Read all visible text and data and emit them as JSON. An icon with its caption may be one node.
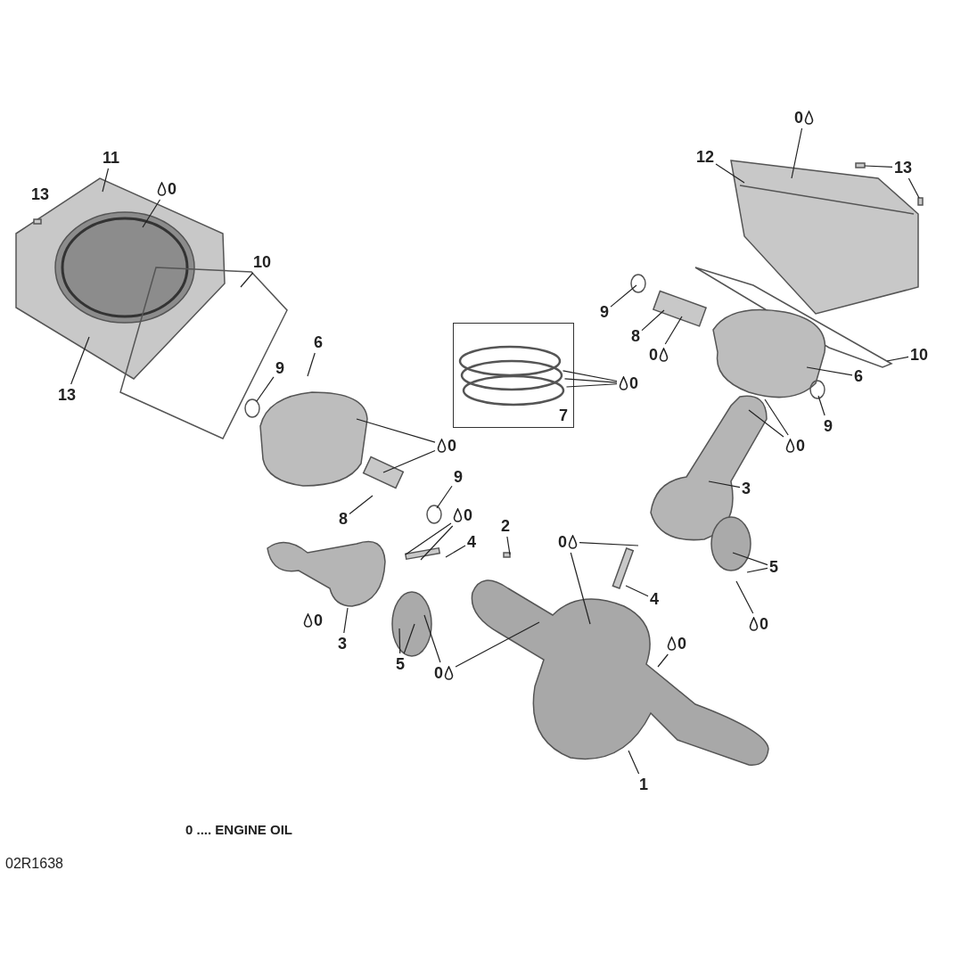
{
  "diagram": {
    "nodes": [
      {
        "text": [
          "0"
        ]
      },
      {
        "text": [
          "11"
        ]
      },
      {
        "text": [
          "12"
        ]
      },
      {
        "text": [
          "13"
        ]
      },
      {
        "text": [
          "0"
        ]
      },
      {
        "text": [
          "13"
        ]
      },
      {
        "text": [
          "10"
        ]
      },
      {
        "text": [
          "9"
        ]
      },
      {
        "text": [
          "7"
        ]
      },
      {
        "text": [
          "8"
        ]
      },
      {
        "text": [
          "6"
        ]
      },
      {
        "text": [
          "0"
        ]
      },
      {
        "text": [
          "10"
        ]
      },
      {
        "text": [
          "9"
        ]
      },
      {
        "text": [
          "6"
        ]
      },
      {
        "text": [
          "0"
        ]
      },
      {
        "text": [
          "13"
        ]
      },
      {
        "text": [
          "9"
        ]
      },
      {
        "text": [
          "0"
        ]
      },
      {
        "text": [
          "0"
        ]
      },
      {
        "text": [
          "9"
        ]
      },
      {
        "text": [
          "3"
        ]
      },
      {
        "text": [
          "0"
        ]
      },
      {
        "text": [
          "8"
        ]
      },
      {
        "text": [
          "2"
        ]
      },
      {
        "text": [
          "4"
        ]
      },
      {
        "text": [
          "0"
        ]
      },
      {
        "text": [
          "5"
        ]
      },
      {
        "text": [
          "4"
        ]
      },
      {
        "text": [
          "0"
        ]
      },
      {
        "text": [
          "0"
        ]
      },
      {
        "text": [
          "3"
        ]
      },
      {
        "text": [
          "0"
        ]
      },
      {
        "text": [
          "5"
        ]
      },
      {
        "text": [
          "0"
        ]
      },
      {
        "text": [
          "1"
        ]
      },
      {
        "text": [],
        "shape": "ring",
        "in": 8
      },
      {
        "text": [],
        "shape": "ring",
        "in": 8
      },
      {
        "text": [],
        "shape": "ring",
        "in": 8
      }
    ],
    "edges": [
      {
        "from": 0,
        "to": null,
        "arrow": "none"
      },
      {
        "from": 1,
        "to": null,
        "arrow": "none"
      },
      {
        "from": 2,
        "to": null,
        "arrow": "none"
      },
      {
        "from": 3,
        "to": null,
        "arrow": "none"
      },
      {
        "from": 3,
        "to": null,
        "arrow": "none"
      },
      {
        "from": 4,
        "to": null,
        "arrow": "none"
      },
      {
        "from": 6,
        "to": null,
        "arrow": "none"
      },
      {
        "from": 7,
        "to": null,
        "arrow": "none"
      },
      {
        "from": 9,
        "to": null,
        "arrow": "none"
      },
      {
        "from": 10,
        "to": null,
        "arrow": "none"
      },
      {
        "from": 11,
        "to": null,
        "arrow": "none"
      },
      {
        "from": 12,
        "to": null,
        "arrow": "none"
      },
      {
        "from": 13,
        "to": null,
        "arrow": "none"
      },
      {
        "from": 14,
        "to": null,
        "arrow": "none"
      },
      {
        "from": 15,
        "to": 36,
        "arrow": "none"
      },
      {
        "from": 15,
        "to": 37,
        "arrow": "none"
      },
      {
        "from": 15,
        "to": 38,
        "arrow": "none"
      },
      {
        "from": 16,
        "to": null,
        "arrow": "none"
      },
      {
        "from": 17,
        "to": null,
        "arrow": "none"
      },
      {
        "from": 18,
        "to": null,
        "arrow": "none"
      },
      {
        "from": 18,
        "to": null,
        "arrow": "none"
      },
      {
        "from": 19,
        "to": null,
        "arrow": "none"
      },
      {
        "from": 19,
        "to": null,
        "arrow": "none"
      },
      {
        "from": 20,
        "to": null,
        "arrow": "none"
      },
      {
        "from": 21,
        "to": null,
        "arrow": "none"
      },
      {
        "from": 22,
        "to": null,
        "arrow": "none"
      },
      {
        "from": 22,
        "to": null,
        "arrow": "none"
      },
      {
        "from": 23,
        "to": null,
        "arrow": "none"
      },
      {
        "from": 24,
        "to": null,
        "arrow": "none"
      },
      {
        "from": 25,
        "to": null,
        "arrow": "none"
      },
      {
        "from": 26,
        "to": null,
        "arrow": "none"
      },
      {
        "from": 26,
        "to": null,
        "arrow": "none"
      },
      {
        "from": 27,
        "to": null,
        "arrow": "none"
      },
      {
        "from": 27,
        "to": null,
        "arrow": "none"
      },
      {
        "from": 28,
        "to": null,
        "arrow": "none"
      },
      {
        "from": 30,
        "to": null,
        "arrow": "none"
      },
      {
        "from": 31,
        "to": null,
        "arrow": "none"
      },
      {
        "from": 32,
        "to": null,
        "arrow": "none"
      },
      {
        "from": 33,
        "to": null,
        "arrow": "none"
      },
      {
        "from": 33,
        "to": null,
        "arrow": "none"
      },
      {
        "from": 34,
        "to": null,
        "arrow": "none"
      },
      {
        "from": 34,
        "to": null,
        "arrow": "none"
      },
      {
        "from": 35,
        "to": null,
        "arrow": "none"
      }
    ],
    "labels": [
      "0 .... ENGINE OIL",
      "02R1638"
    ]
  }
}
